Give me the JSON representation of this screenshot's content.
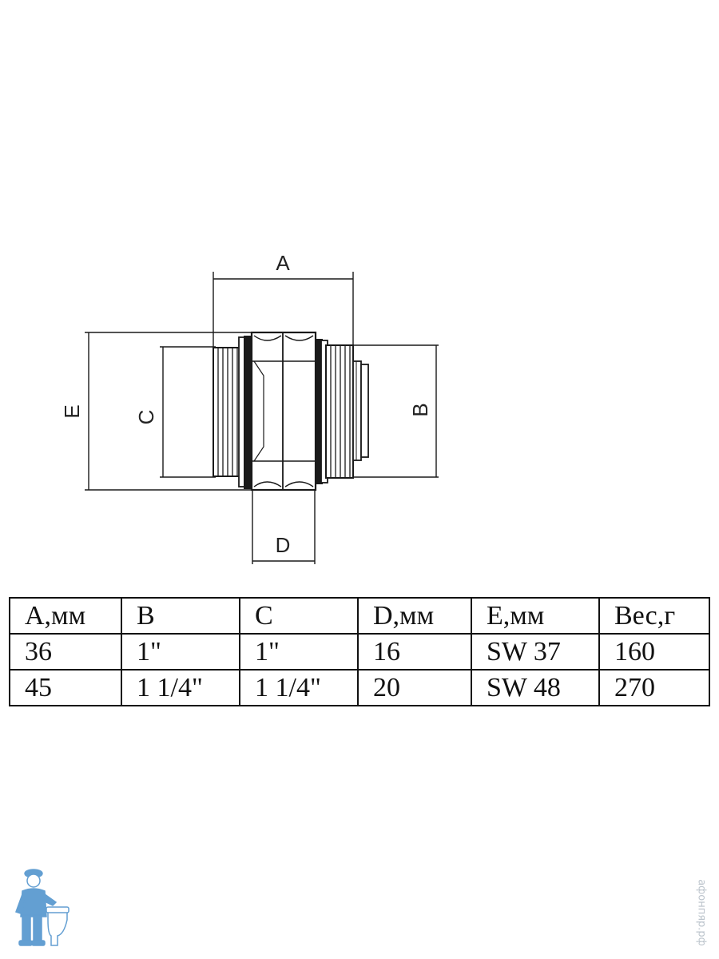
{
  "drawing": {
    "labels": {
      "a": "A",
      "b": "B",
      "c": "C",
      "d": "D",
      "e": "E"
    }
  },
  "table": {
    "headers": [
      "A,мм",
      "B",
      "C",
      "D,мм",
      "E,мм",
      "Вес,г"
    ],
    "rows": [
      [
        "36",
        "1\"",
        "1\"",
        "16",
        "SW 37",
        "160"
      ],
      [
        "45",
        "1 1/4\"",
        "1 1/4\"",
        "20",
        "SW 48",
        "270"
      ]
    ]
  },
  "watermark": {
    "text": "афонпяр.рф"
  },
  "colors": {
    "line": "#1a1a1a",
    "mascot": "#2f7fc4"
  }
}
